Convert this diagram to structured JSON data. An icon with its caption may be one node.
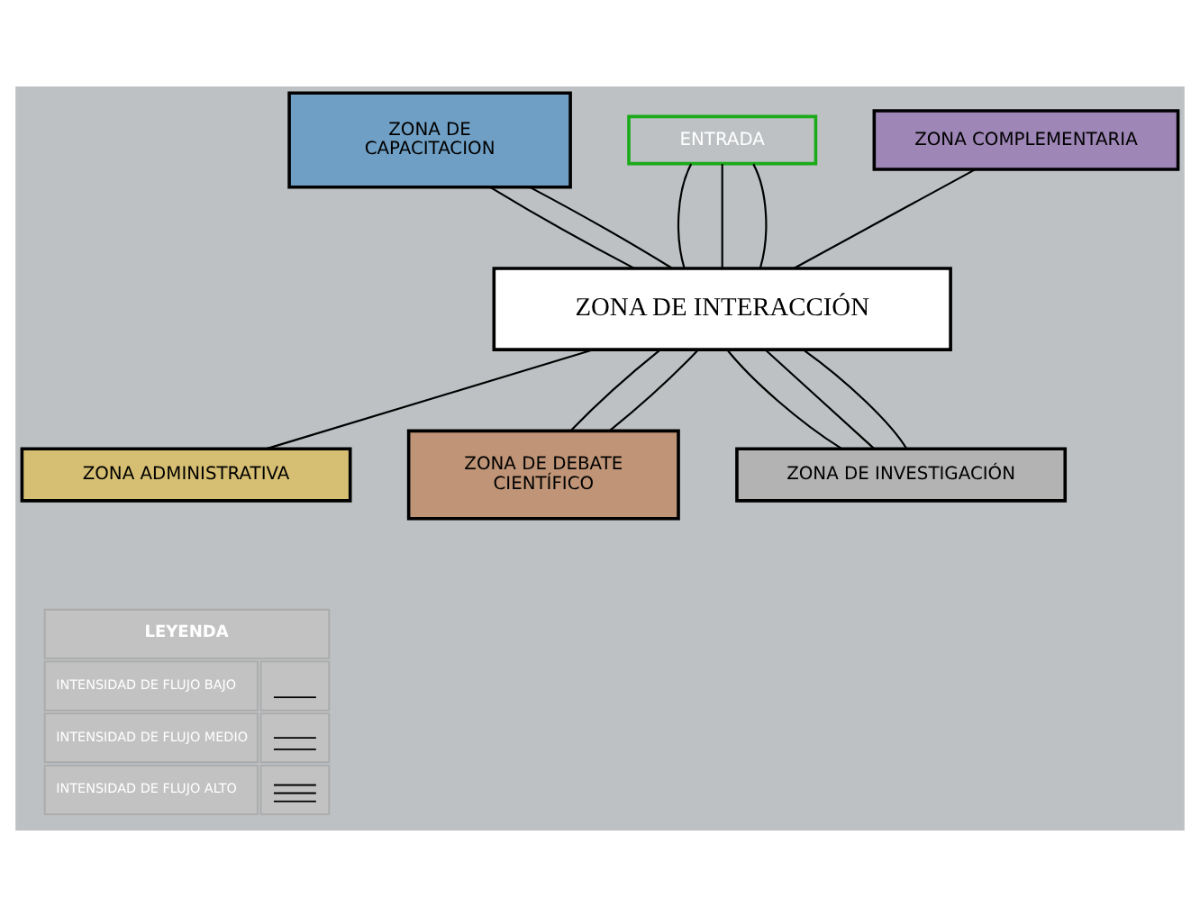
{
  "diagram": {
    "nodes": [
      {
        "text": [
          "ZONA DE CAPACITACION"
        ]
      },
      {
        "text": [
          "ENTRADA"
        ]
      },
      {
        "text": [
          "ZONA COMPLEMENTARIA"
        ]
      },
      {
        "text": [
          "ZONA DE INTERACCIÓN"
        ]
      },
      {
        "text": [
          "ZONA ADMINISTRATIVA"
        ]
      },
      {
        "text": [
          "ZONA DE DEBATE CIENTÍFICO"
        ]
      },
      {
        "text": [
          "ZONA DE INVESTIGACIÓN"
        ]
      }
    ],
    "edges": [
      {
        "from": 0,
        "to": 3,
        "arrow": "none"
      },
      {
        "from": 0,
        "to": 3,
        "arrow": "none"
      },
      {
        "from": 1,
        "to": 3,
        "arrow": "none"
      },
      {
        "from": 1,
        "to": 3,
        "arrow": "none"
      },
      {
        "from": 1,
        "to": 3,
        "arrow": "none"
      },
      {
        "from": 2,
        "to": 3,
        "arrow": "none"
      },
      {
        "from": 3,
        "to": 4,
        "arrow": "none"
      },
      {
        "from": 3,
        "to": 5,
        "arrow": "none"
      },
      {
        "from": 3,
        "to": 5,
        "arrow": "none"
      },
      {
        "from": 3,
        "to": 6,
        "arrow": "none"
      },
      {
        "from": 3,
        "to": 6,
        "arrow": "none"
      },
      {
        "from": 3,
        "to": 6,
        "arrow": "none"
      }
    ],
    "labels": [
      "LEYENDA"
    ],
    "legend": [
      {
        "text": "INTENSIDAD DE FLUJO BAJO"
      },
      {
        "text": "INTENSIDAD DE FLUJO MEDIO"
      },
      {
        "text": "INTENSIDAD DE FLUJO ALTO"
      }
    ]
  }
}
